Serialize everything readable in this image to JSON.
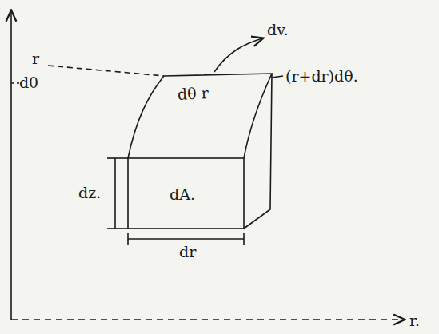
{
  "diagram": {
    "labels": [
      "dv.",
      "r",
      "dθ",
      "dθ r",
      "(r+dr)dθ.",
      "dz.",
      "dA.",
      "dr",
      "r."
    ]
  }
}
